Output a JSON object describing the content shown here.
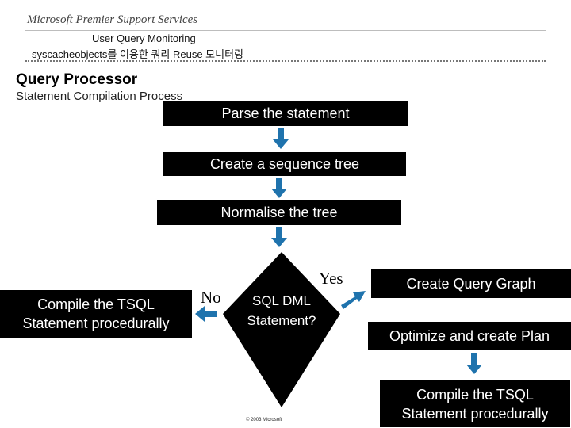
{
  "header": {
    "brand": "Microsoft Premier Support Services",
    "line1": "User Query Monitoring",
    "line2": "syscacheobjects를 이용한 쿼리 Reuse 모니터링"
  },
  "section": {
    "title": "Query Processor",
    "subtitle": "Statement Compilation Process"
  },
  "flow": {
    "parse": "Parse the statement",
    "sequence": "Create a sequence tree",
    "normalise": "Normalise the tree",
    "decision_line1": "SQL DML",
    "decision_line2": "Statement?",
    "yes": "Yes",
    "no": "No",
    "compile_left_line1": "Compile the TSQL",
    "compile_left_line2": "Statement procedurally",
    "graph": "Create Query Graph",
    "optimize": "Optimize and create Plan",
    "compile_right_line1": "Compile the TSQL",
    "compile_right_line2": "Statement procedurally"
  },
  "footer": {
    "copyright": "© 2003 Microsoft"
  },
  "colors": {
    "arrow": "#1f73ad",
    "box": "#000000"
  }
}
